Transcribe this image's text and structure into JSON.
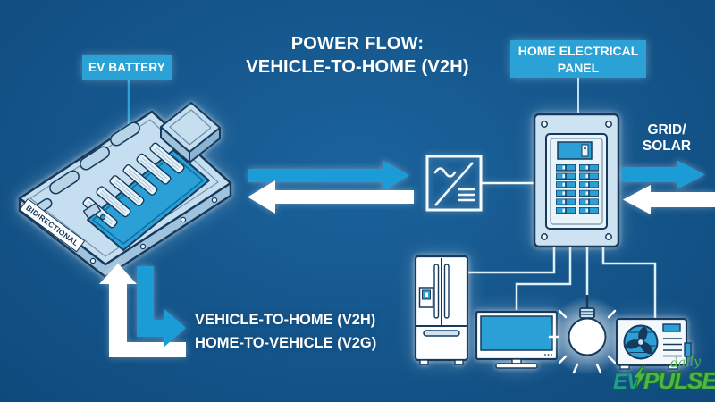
{
  "title": {
    "line1": "POWER FLOW:",
    "line2": "VEHICLE-TO-HOME (V2H)"
  },
  "labels": {
    "ev_battery": "EV BATTERY",
    "home_panel": {
      "line1": "HOME ELECTRICAL",
      "line2": "PANEL"
    },
    "grid_solar": {
      "line1": "GRID/",
      "line2": "SOLAR"
    },
    "bidirectional": "BIDIRECTIONAL",
    "legend": {
      "v2h": "VEHICLE-TO-HOME (V2H)",
      "v2g": "HOME-TO-VEHICLE (V2G)"
    }
  },
  "logo": {
    "ev": "EV",
    "pulse": "PULSE",
    "tagline": "daily"
  },
  "colors": {
    "background": "#15578d",
    "accent_cyan": "#1b9cd6",
    "badge_cyan": "#2aa2d5",
    "arrow_white": "#ffffff",
    "outline_navy": "#173a5c",
    "panel_body": "#cde3f1",
    "battery_body": "#c6dff0",
    "screen_cyan": "#2aa0d6",
    "logo_teal": "#1ea37c",
    "logo_green": "#4cb648"
  },
  "icons": {
    "battery_pack": "ev-battery-illustration",
    "inverter": "inverter-icon",
    "electrical_panel": "electrical-panel-illustration",
    "refrigerator": "refrigerator-icon",
    "tv": "tv-icon",
    "light_bulb": "light-bulb-icon",
    "air_conditioner": "air-conditioner-icon",
    "lightning": "lightning-bolt-icon",
    "v2h_arrow": "v2h-flow-arrow",
    "h2v_arrow": "h2v-flow-arrow"
  }
}
